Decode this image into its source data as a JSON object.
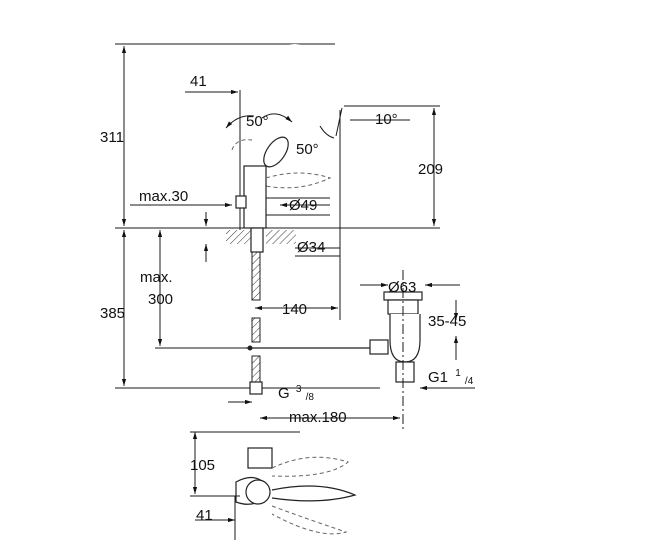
{
  "labels": {
    "d311": "311",
    "d41_top": "41",
    "d50a": "50°",
    "d50b": "50°",
    "d10": "10°",
    "d209": "209",
    "dmax30": "max.30",
    "d49": "Ø49",
    "d34": "Ø34",
    "dmax": "max.",
    "d300": "300",
    "d385": "385",
    "d140": "140",
    "d63": "Ø63",
    "d3545": "35-45",
    "dG1": "G1",
    "dG1_sup": "1",
    "dG1_sub": "/4",
    "dG": "G",
    "dG_sup": "3",
    "dG_sub": "/8",
    "dmax180": "max.180",
    "d105": "105",
    "d41_bot": "41"
  }
}
